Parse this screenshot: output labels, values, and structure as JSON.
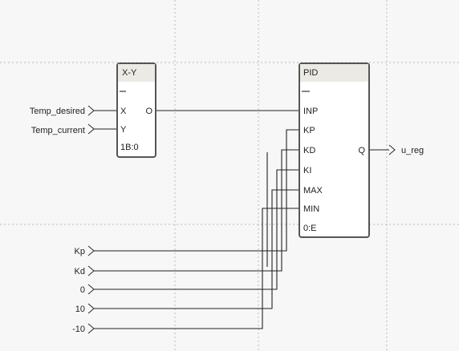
{
  "xy_block": {
    "title": "X-Y",
    "in_x": "X",
    "in_y": "Y",
    "out_o": "O",
    "id": "1B:0"
  },
  "pid_block": {
    "title": "PID",
    "in_inp": "INP",
    "in_kp": "KP",
    "in_kd": "KD",
    "in_ki": "KI",
    "in_max": "MAX",
    "in_min": "MIN",
    "out_q": "Q",
    "id": "0:E"
  },
  "inputs": {
    "temp_desired": "Temp_desired",
    "temp_current": "Temp_current",
    "kp": "Kp",
    "kd": "Kd",
    "zero": "0",
    "ten": "10",
    "minus_ten": "-10"
  },
  "outputs": {
    "u_reg": "u_reg"
  }
}
